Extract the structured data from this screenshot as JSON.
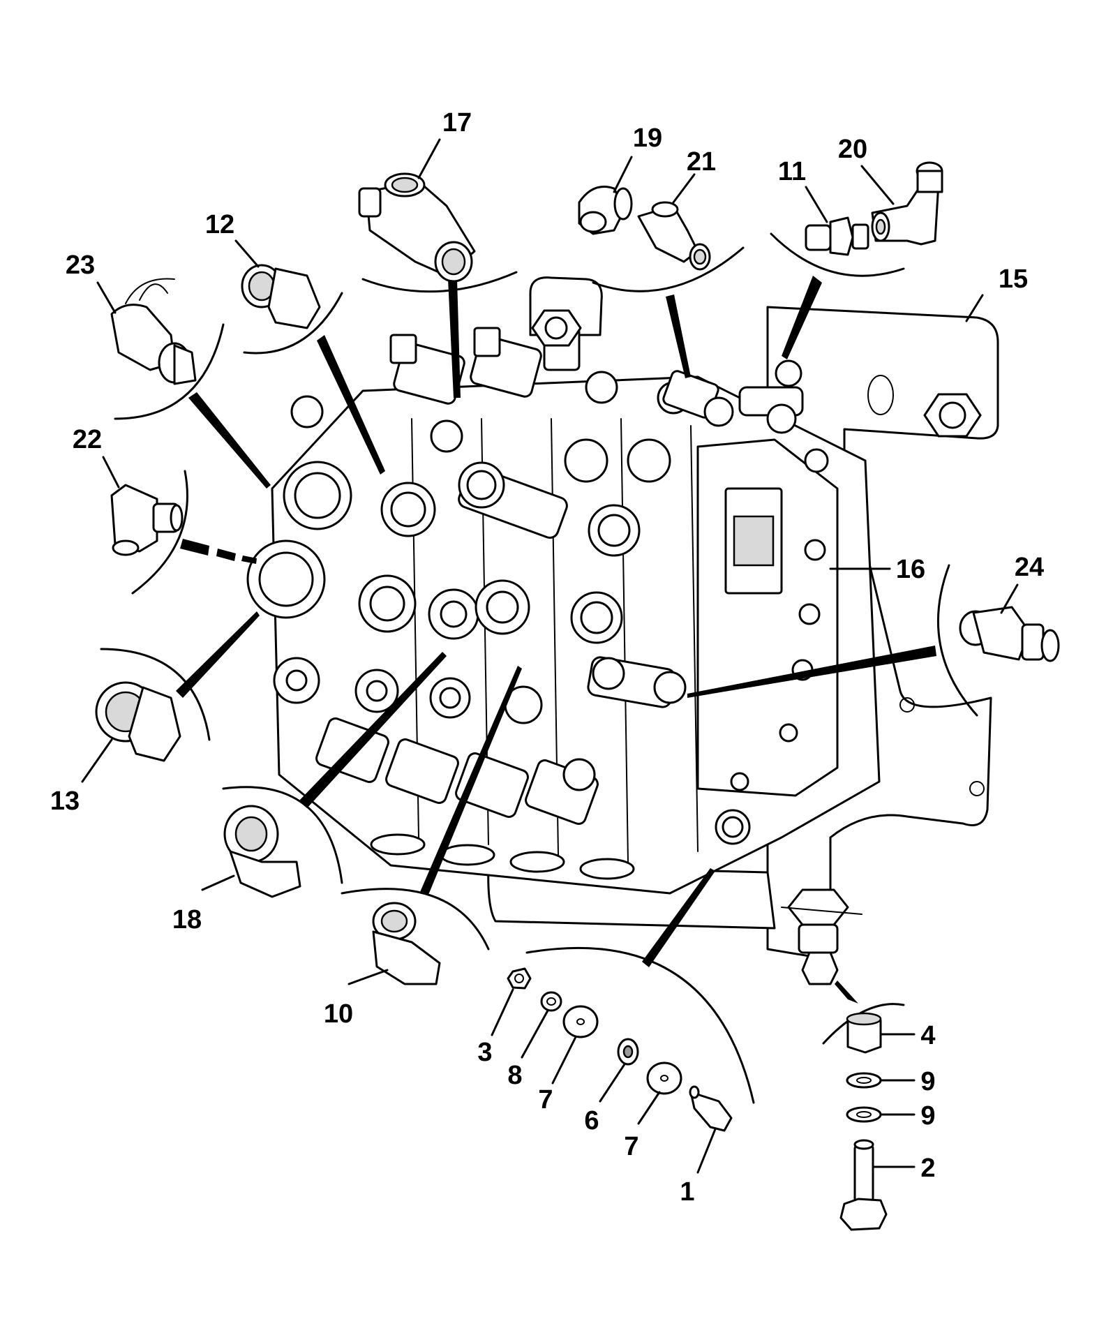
{
  "diagram": {
    "part_numbers": [
      "1",
      "2",
      "3",
      "4",
      "6",
      "7",
      "7",
      "8",
      "9",
      "9",
      "10",
      "11",
      "12",
      "13",
      "15",
      "16",
      "17",
      "18",
      "19",
      "20",
      "21",
      "22",
      "23",
      "24"
    ]
  },
  "labels": {
    "p1": "1",
    "p2": "2",
    "p3": "3",
    "p4": "4",
    "p6": "6",
    "p7a": "7",
    "p7b": "7",
    "p8": "8",
    "p9a": "9",
    "p9b": "9",
    "p10": "10",
    "p11": "11",
    "p12": "12",
    "p13": "13",
    "p15": "15",
    "p16": "16",
    "p17": "17",
    "p18": "18",
    "p19": "19",
    "p20": "20",
    "p21": "21",
    "p22": "22",
    "p23": "23",
    "p24": "24"
  },
  "icons": {
    "main_assembly": "hydraulic-valve-block-icon",
    "adapters": "fitting-icon",
    "fasteners": "bolt-nut-washer-icon"
  }
}
